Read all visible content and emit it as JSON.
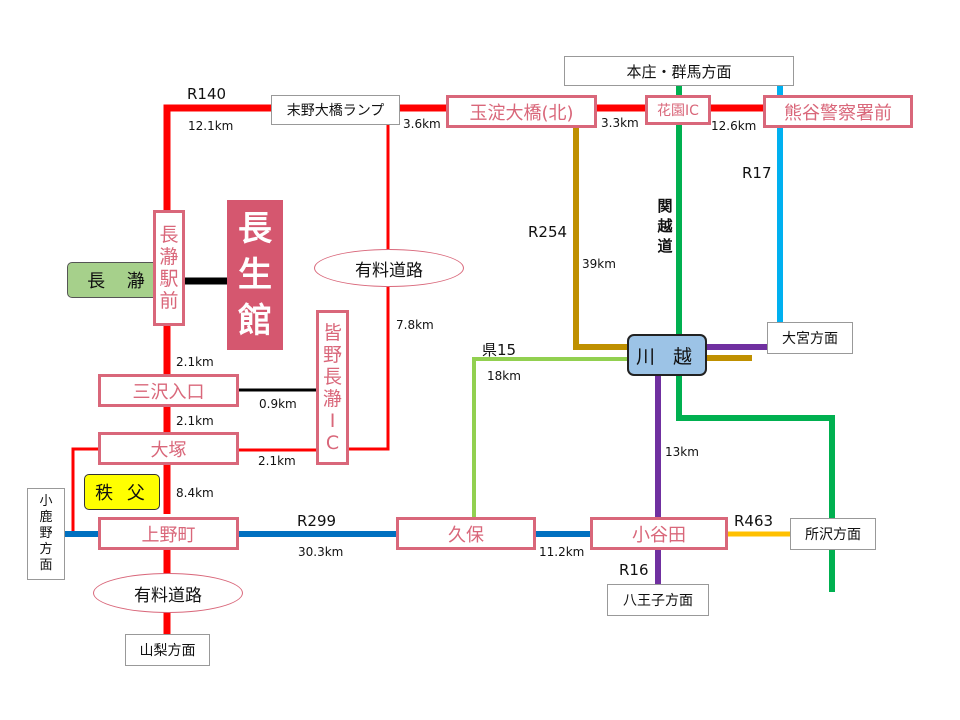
{
  "colors": {
    "r140": "#ff0000",
    "toll": "#ff0000",
    "r299": "#0070c0",
    "kanetsu": "#00b050",
    "r254": "#bf9000",
    "r16": "#7030a0",
    "r17": "#00b0f0",
    "ken15": "#92d050",
    "r463": "#ffc000",
    "inn": "#d5576f",
    "box_border": "#d9677a"
  },
  "inn": {
    "name": [
      "長",
      "生",
      "館"
    ]
  },
  "areas": {
    "nagatoro": "長 瀞",
    "chichibu": "秩 父",
    "kawagoe": "川 越"
  },
  "places": {
    "suenoohashi_ramp": "末野大橋ランプ",
    "tamayodo": "玉淀大橋(北)",
    "hanazono_ic": "花園IC",
    "kumagaya": "熊谷警察署前",
    "honjo": "本庄・群馬方面",
    "nagatoro_station": [
      "長",
      "瀞",
      "駅",
      "前"
    ],
    "misawa": "三沢入口",
    "minano_ic": [
      "皆",
      "野",
      "長",
      "瀞",
      "I",
      "C"
    ],
    "otsuka": "大塚",
    "uenomachi": "上野町",
    "kubo": "久保",
    "oyada": "小谷田",
    "omiya": "大宮方面",
    "tokorozawa": "所沢方面",
    "hachioji": "八王子方面",
    "yamanashi": "山梨方面",
    "ogano": [
      "小",
      "鹿",
      "野",
      "方",
      "面"
    ]
  },
  "toll": {
    "upper": "有料道路",
    "lower": "有料道路"
  },
  "roads": {
    "r140": "R140",
    "r254": "R254",
    "r17": "R17",
    "ken15": "県15",
    "r299": "R299",
    "r463": "R463",
    "r16": "R16",
    "kanetsu": [
      "関",
      "越",
      "道"
    ]
  },
  "distances": {
    "d1": "12.1km",
    "d2": "3.6km",
    "d3": "3.3km",
    "d4": "12.6km",
    "d5": "39km",
    "d6": "7.8km",
    "d7": "2.1km",
    "d8": "0.9km",
    "d9": "2.1km",
    "d10": "2.1km",
    "d11": "8.4km",
    "d12": "18km",
    "d13": "13km",
    "d14": "30.3km",
    "d15": "11.2km"
  }
}
